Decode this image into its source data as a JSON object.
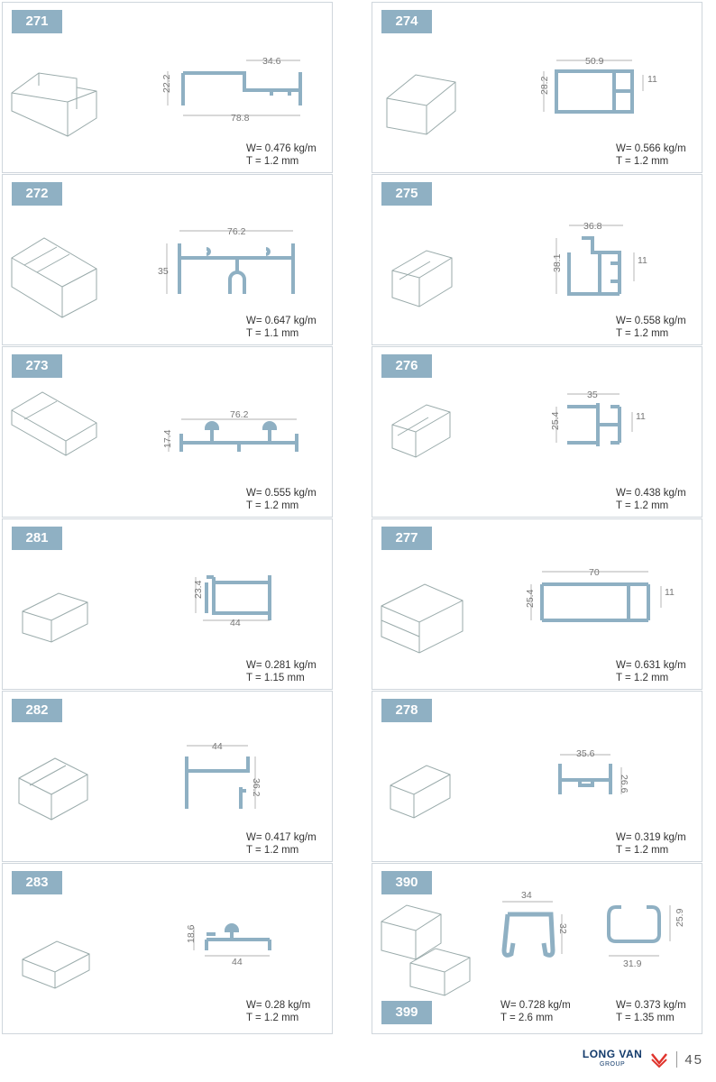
{
  "colors": {
    "badge": "#8fb0c3",
    "profile": "#8fb0c3",
    "profile_stroke": "#6f93a8",
    "dim": "#8a8a8a"
  },
  "cells": [
    {
      "code": "271",
      "weight": "W= 0.476 kg/m",
      "thickness": "T = 1.2 mm",
      "dims": [
        "34.6",
        "22.2",
        "78.8"
      ]
    },
    {
      "code": "274",
      "weight": "W= 0.566 kg/m",
      "thickness": "T = 1.2 mm",
      "dims": [
        "50.9",
        "28.2",
        "11"
      ]
    },
    {
      "code": "272",
      "weight": "W= 0.647 kg/m",
      "thickness": "T = 1.1 mm",
      "dims": [
        "76.2",
        "35"
      ]
    },
    {
      "code": "275",
      "weight": "W= 0.558 kg/m",
      "thickness": "T = 1.2 mm",
      "dims": [
        "36.8",
        "38.1",
        "11"
      ]
    },
    {
      "code": "273",
      "weight": "W= 0.555 kg/m",
      "thickness": "T = 1.2 mm",
      "dims": [
        "76.2",
        "17.4"
      ]
    },
    {
      "code": "276",
      "weight": "W= 0.438 kg/m",
      "thickness": "T = 1.2 mm",
      "dims": [
        "35",
        "25.4",
        "11"
      ]
    },
    {
      "code": "281",
      "weight": "W= 0.281 kg/m",
      "thickness": "T = 1.15 mm",
      "dims": [
        "23.4",
        "44"
      ]
    },
    {
      "code": "277",
      "weight": "W= 0.631 kg/m",
      "thickness": "T = 1.2 mm",
      "dims": [
        "70",
        "25.4",
        "11"
      ]
    },
    {
      "code": "282",
      "weight": "W= 0.417 kg/m",
      "thickness": "T = 1.2 mm",
      "dims": [
        "44",
        "36.2"
      ]
    },
    {
      "code": "278",
      "weight": "W= 0.319 kg/m",
      "thickness": "T = 1.2 mm",
      "dims": [
        "35.6",
        "26.6"
      ]
    },
    {
      "code": "283",
      "weight": "W= 0.28 kg/m",
      "thickness": "T = 1.2 mm",
      "dims": [
        "18.6",
        "44"
      ]
    }
  ],
  "cell390": {
    "code_top": "390",
    "code_bottom": "399",
    "weight_a": "W= 0.728 kg/m",
    "thickness_a": "T = 2.6 mm",
    "dims_a": [
      "34",
      "32"
    ],
    "weight_b": "W= 0.373 kg/m",
    "thickness_b": "T = 1.35 mm",
    "dims_b": [
      "25.9",
      "31.9"
    ]
  },
  "footer": {
    "logo": "LONG VAN",
    "logo_sub": "GROUP",
    "page": "45"
  }
}
